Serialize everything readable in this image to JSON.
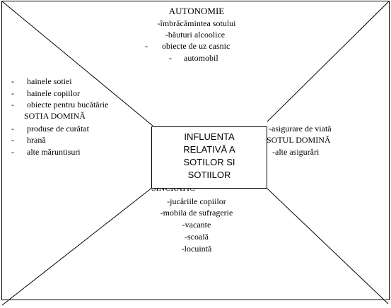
{
  "top": {
    "title": "AUTONOMIE",
    "items": [
      "-îmbrăcămintea sotului",
      "-băuturi alcoolice",
      "-",
      "obiecte de uz casnic",
      "-",
      "automobil"
    ]
  },
  "left": {
    "items_before": [
      {
        "dash": "-",
        "text": "hainele sotiei"
      },
      {
        "dash": "-",
        "text": "hainele copiilor"
      },
      {
        "dash": "-",
        "text": "obiecte pentru bucătărie"
      }
    ],
    "label": "SOTIA DOMINĂ",
    "items_after": [
      {
        "dash": "-",
        "text": "produse de curătat"
      },
      {
        "dash": "-",
        "text": "hrană"
      },
      {
        "dash": "-",
        "text": "alte măruntisuri"
      }
    ]
  },
  "right": {
    "item1": "-asigurare de viată",
    "label": "SOTUL DOMINĂ",
    "item2": "-alte asigurări"
  },
  "center": {
    "lines": [
      "INFLUENTA",
      "RELATIVĂ A",
      "SOTILOR SI",
      "SOTIILOR"
    ]
  },
  "bottom": {
    "label": "SINCRATIC",
    "items": [
      "-jucăriile copiilor",
      "-mobila de sufragerie",
      "-vacante",
      "-scoală",
      "-locuintă"
    ]
  }
}
